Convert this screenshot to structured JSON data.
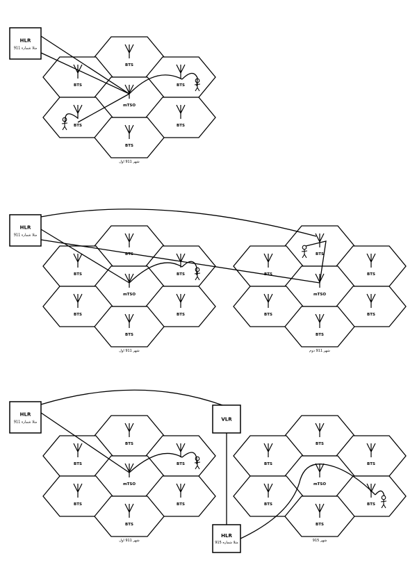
{
  "labels": {
    "bts": "BTS",
    "msc": "mTSO",
    "hlr": "HLR",
    "vlr": "VLR"
  },
  "hlr_subtitle_1": "مثلا شماره 911",
  "hlr_subtitle_2": "مثلا شماره 915",
  "captions": {
    "first_city": "شهر 911 اول",
    "second_city": "شهر 911 دوم",
    "third_city": "شهر 915"
  },
  "icons": [
    "antenna-icon",
    "person-icon"
  ],
  "colors": {
    "line": "#000000",
    "background": "#ffffff"
  }
}
